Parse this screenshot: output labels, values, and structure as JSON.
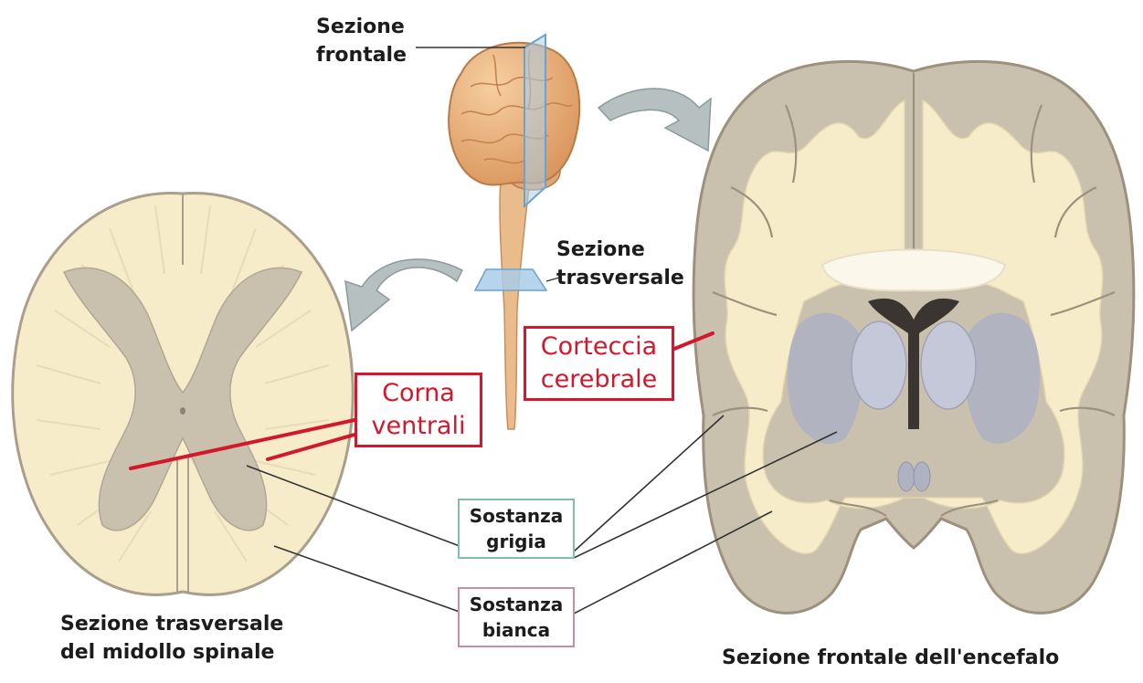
{
  "labels": {
    "frontal_section": [
      "Sezione",
      "frontale"
    ],
    "transverse_section": [
      "Sezione",
      "trasversale"
    ],
    "spinal_cord_caption": [
      "Sezione trasversale",
      "del midollo spinale"
    ],
    "brain_caption": "Sezione frontale dell'encefalo"
  },
  "callouts": {
    "ventral_horns": [
      "Corna",
      "ventrali"
    ],
    "cerebral_cortex": [
      "Corteccia",
      "cerebrale"
    ],
    "grey_matter": [
      "Sostanza",
      "grigia"
    ],
    "white_matter": [
      "Sostanza",
      "bianca"
    ]
  },
  "colors": {
    "white_matter": "#f6ecca",
    "grey_matter": "#c9c0ad",
    "outline": "#a99f8c",
    "highlight_red": "#d3182b",
    "grey_box_border": "#7fc0a4",
    "white_box_border": "#c98ea0",
    "section_plane": "#a9cde9",
    "brain": "#e7b07c",
    "arrow": "#b6c0c1"
  }
}
